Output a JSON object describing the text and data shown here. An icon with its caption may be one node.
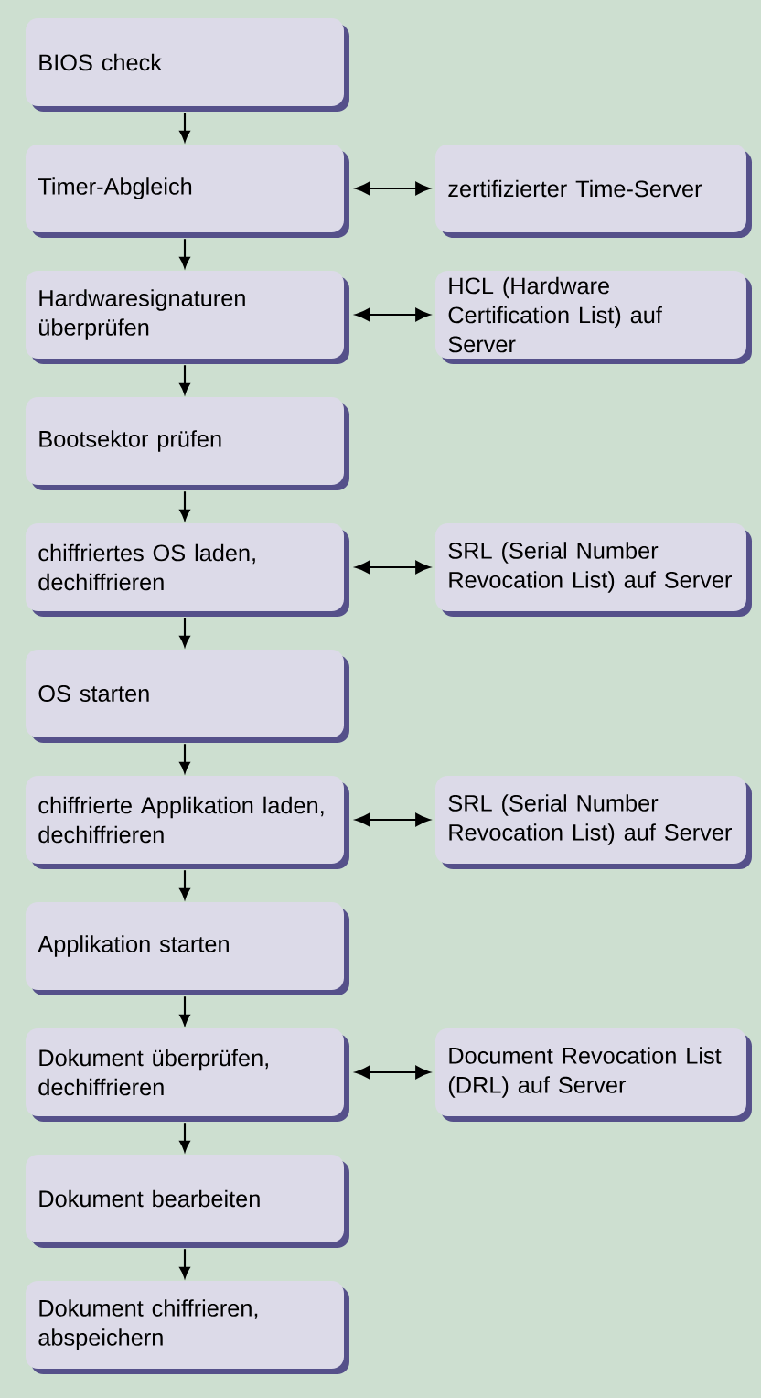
{
  "diagram": {
    "nodes": [
      {
        "text": [
          "BIOS check"
        ]
      },
      {
        "text": [
          "Timer-Abgleich"
        ]
      },
      {
        "text": [
          "zertifizierter Time-Server"
        ]
      },
      {
        "text": [
          "Hardwaresignaturen überprüfen"
        ]
      },
      {
        "text": [
          "HCL (Hardware Certification List) auf Server"
        ]
      },
      {
        "text": [
          "Bootsektor prüfen"
        ]
      },
      {
        "text": [
          "chiffriertes OS laden, dechiffrieren"
        ]
      },
      {
        "text": [
          "SRL (Serial Number Revocation List) auf Server"
        ]
      },
      {
        "text": [
          "OS starten"
        ]
      },
      {
        "text": [
          "chiffrierte Applikation laden, dechiffrieren"
        ]
      },
      {
        "text": [
          "SRL (Serial Number Revocation List) auf Server"
        ]
      },
      {
        "text": [
          "Applikation starten"
        ]
      },
      {
        "text": [
          "Dokument überprüfen, dechiffrieren"
        ]
      },
      {
        "text": [
          "Document Revocation List (DRL) auf Server"
        ]
      },
      {
        "text": [
          "Dokument bearbeiten"
        ]
      },
      {
        "text": [
          "Dokument chiffrieren, abspeichern"
        ]
      }
    ],
    "edges": [
      {
        "from": 0,
        "to": 1,
        "arrow": "to"
      },
      {
        "from": 1,
        "to": 2,
        "arrow": "both"
      },
      {
        "from": 1,
        "to": 3,
        "arrow": "to"
      },
      {
        "from": 3,
        "to": 4,
        "arrow": "both"
      },
      {
        "from": 3,
        "to": 5,
        "arrow": "to"
      },
      {
        "from": 5,
        "to": 6,
        "arrow": "to"
      },
      {
        "from": 6,
        "to": 7,
        "arrow": "both"
      },
      {
        "from": 6,
        "to": 8,
        "arrow": "to"
      },
      {
        "from": 8,
        "to": 9,
        "arrow": "to"
      },
      {
        "from": 9,
        "to": 10,
        "arrow": "both"
      },
      {
        "from": 9,
        "to": 11,
        "arrow": "to"
      },
      {
        "from": 11,
        "to": 12,
        "arrow": "to"
      },
      {
        "from": 12,
        "to": 13,
        "arrow": "both"
      },
      {
        "from": 12,
        "to": 14,
        "arrow": "to"
      },
      {
        "from": 14,
        "to": 15,
        "arrow": "to"
      }
    ]
  }
}
